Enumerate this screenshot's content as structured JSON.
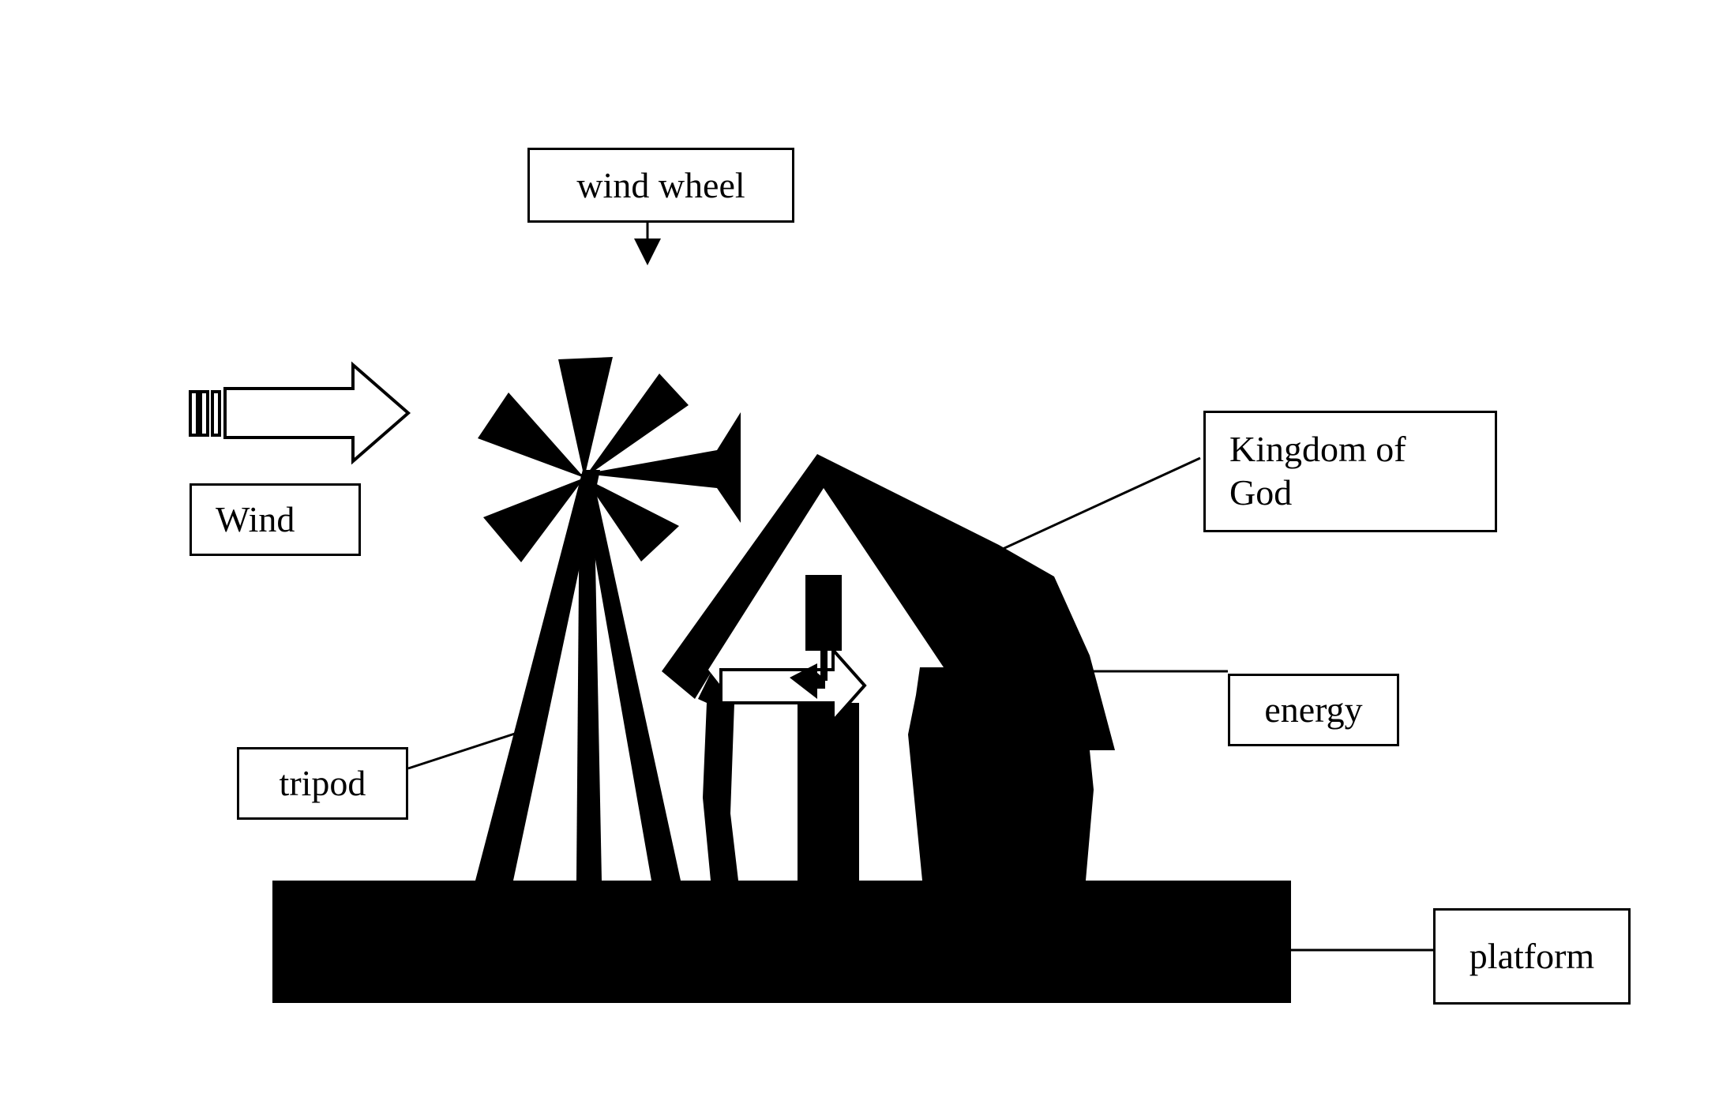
{
  "labels": {
    "wind_wheel": "wind wheel",
    "wind": "Wind",
    "kingdom_line1": "Kingdom of",
    "kingdom_line2": "God",
    "energy": "energy",
    "tripod": "tripod",
    "platform": "platform"
  },
  "colors": {
    "ink": "#000000",
    "paper": "#ffffff"
  },
  "icons": {
    "wind_arrow": "wind-arrow-icon",
    "windmill": "windmill-icon",
    "house": "house-icon",
    "energy_arrow": "energy-arrow-icon"
  }
}
